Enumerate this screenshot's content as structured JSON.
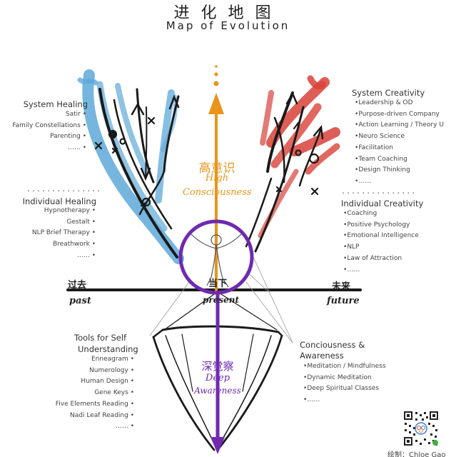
{
  "title": {
    "cn": "进化地图",
    "en": "Map of Evolution"
  },
  "system_healing": {
    "heading": "System Healing",
    "items": [
      "Satir",
      "Family Constellations",
      "Parenting",
      "……"
    ]
  },
  "individual_healing": {
    "heading": "Individual Healing",
    "divider": "...............",
    "items": [
      "Hypnotherapy",
      "Gestalt",
      "NLP Brief Therapy",
      "Breathwork",
      "……"
    ]
  },
  "system_creativity": {
    "heading": "System Creativity",
    "items": [
      "Leadership & OD",
      "Purpose-driven Company",
      "Action Learning / Theory U",
      "Neuro Science",
      "Facilitation",
      "Team Coaching",
      "Design Thinking",
      "……"
    ]
  },
  "individual_creativity": {
    "heading": "Individual Creativity",
    "divider": "...............",
    "items": [
      "Coaching",
      "Positive Psychology",
      "Emotional Intelligence",
      "NLP",
      "Law of Attraction",
      "……"
    ]
  },
  "tools": {
    "heading_line1": "Tools for Self",
    "heading_line2": "Understanding",
    "items": [
      "Enneagram",
      "Numerology",
      "Human Design",
      "Gene Keys",
      "Five Elements Reading",
      "Nadi Leaf Reading",
      "……"
    ]
  },
  "consciousness": {
    "heading_line1": "Conciousness &",
    "heading_line2": "Awareness",
    "items": [
      "Meditation / Mindfulness",
      "Dynamic Meditation",
      "Deep Spiritual Classes",
      "……"
    ]
  },
  "timeline": {
    "past_cn": "过去",
    "past_en": "past",
    "present_cn": "当下",
    "present_en": "present",
    "future_cn": "未来",
    "future_en": "future"
  },
  "high_label": {
    "cn": "高意识",
    "line1": "High",
    "line2": "Consciousness"
  },
  "deep_label": {
    "cn": "深觉察",
    "line1": "Deep",
    "line2": "Awareness"
  },
  "credit": {
    "text": "绘制：Chloe Gao"
  },
  "colors": {
    "blue": "#5ea9d8",
    "red": "#d9413a",
    "orange": "#e9951b",
    "purple": "#6f2ab0",
    "ink": "#1a1a1a"
  },
  "icons": [
    "up-arrow-icon",
    "down-arrow-icon",
    "figure-icon",
    "qr-code-icon"
  ]
}
